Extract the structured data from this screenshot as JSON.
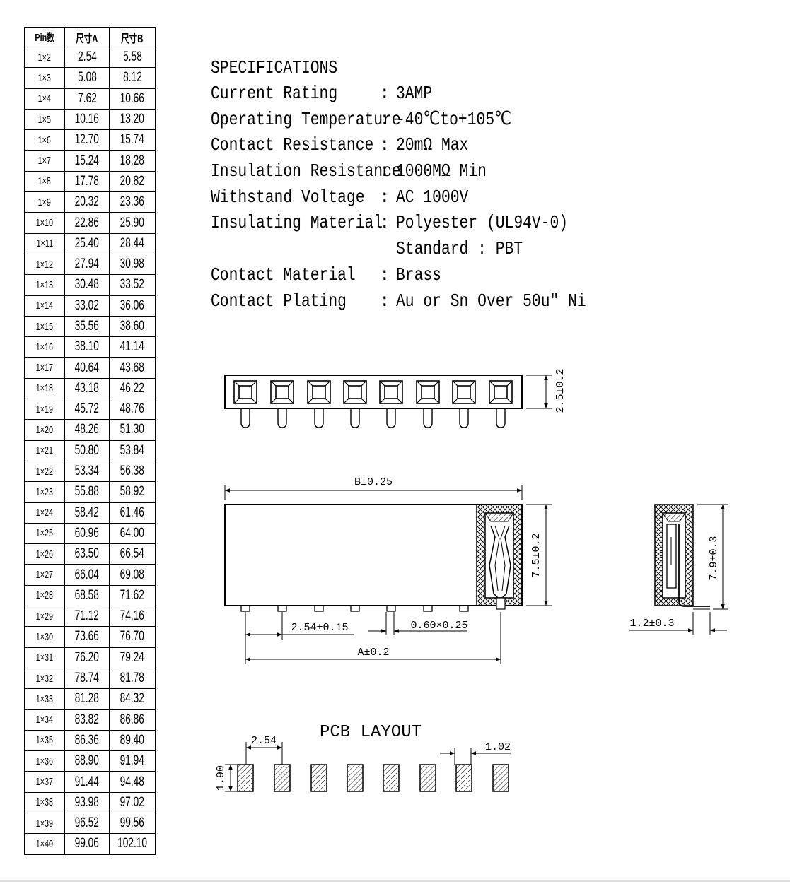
{
  "table": {
    "headers": [
      "Pin数",
      "尺寸A",
      "尺寸B"
    ],
    "rows": [
      [
        "1×2",
        "2.54",
        "5.58"
      ],
      [
        "1×3",
        "5.08",
        "8.12"
      ],
      [
        "1×4",
        "7.62",
        "10.66"
      ],
      [
        "1×5",
        "10.16",
        "13.20"
      ],
      [
        "1×6",
        "12.70",
        "15.74"
      ],
      [
        "1×7",
        "15.24",
        "18.28"
      ],
      [
        "1×8",
        "17.78",
        "20.82"
      ],
      [
        "1×9",
        "20.32",
        "23.36"
      ],
      [
        "1×10",
        "22.86",
        "25.90"
      ],
      [
        "1×11",
        "25.40",
        "28.44"
      ],
      [
        "1×12",
        "27.94",
        "30.98"
      ],
      [
        "1×13",
        "30.48",
        "33.52"
      ],
      [
        "1×14",
        "33.02",
        "36.06"
      ],
      [
        "1×15",
        "35.56",
        "38.60"
      ],
      [
        "1×16",
        "38.10",
        "41.14"
      ],
      [
        "1×17",
        "40.64",
        "43.68"
      ],
      [
        "1×18",
        "43.18",
        "46.22"
      ],
      [
        "1×19",
        "45.72",
        "48.76"
      ],
      [
        "1×20",
        "48.26",
        "51.30"
      ],
      [
        "1×21",
        "50.80",
        "53.84"
      ],
      [
        "1×22",
        "53.34",
        "56.38"
      ],
      [
        "1×23",
        "55.88",
        "58.92"
      ],
      [
        "1×24",
        "58.42",
        "61.46"
      ],
      [
        "1×25",
        "60.96",
        "64.00"
      ],
      [
        "1×26",
        "63.50",
        "66.54"
      ],
      [
        "1×27",
        "66.04",
        "69.08"
      ],
      [
        "1×28",
        "68.58",
        "71.62"
      ],
      [
        "1×29",
        "71.12",
        "74.16"
      ],
      [
        "1×30",
        "73.66",
        "76.70"
      ],
      [
        "1×31",
        "76.20",
        "79.24"
      ],
      [
        "1×32",
        "78.74",
        "81.78"
      ],
      [
        "1×33",
        "81.28",
        "84.32"
      ],
      [
        "1×34",
        "83.82",
        "86.86"
      ],
      [
        "1×35",
        "86.36",
        "89.40"
      ],
      [
        "1×36",
        "88.90",
        "91.94"
      ],
      [
        "1×37",
        "91.44",
        "94.48"
      ],
      [
        "1×38",
        "93.98",
        "97.02"
      ],
      [
        "1×39",
        "96.52",
        "99.56"
      ],
      [
        "1×40",
        "99.06",
        "102.10"
      ]
    ]
  },
  "specs": {
    "title": "SPECIFICATIONS",
    "items": [
      {
        "key": "Current Rating",
        "value": "3AMP"
      },
      {
        "key": "Operating Temperature",
        "value": "-40℃to+105℃"
      },
      {
        "key": "Contact Resistance",
        "value": "20mΩ Max"
      },
      {
        "key": "Insulation Resistance",
        "value": "1000MΩ Min"
      },
      {
        "key": "Withstand Voltage",
        "value": "AC 1000V"
      },
      {
        "key": "Insulating Material",
        "value": "Polyester (UL94V-0)"
      },
      {
        "key": "",
        "value": "Standard : PBT"
      },
      {
        "key": "Contact Material",
        "value": "Brass"
      },
      {
        "key": "Contact Plating",
        "value": "Au or Sn Over 50u\" Ni"
      }
    ]
  },
  "dims": {
    "height_top": "2.5±0.2",
    "b_dim": "B±0.25",
    "height_front": "7.5±0.2",
    "pitch": "2.54±0.15",
    "pin_size": "0.60×0.25",
    "a_dim": "A±0.2",
    "height_side": "7.9±0.3",
    "pin_offset": "1.2±0.3"
  },
  "pcb": {
    "title": "PCB LAYOUT",
    "pitch": "2.54",
    "pad_width": "1.02",
    "pad_height": "1.90"
  },
  "colors": {
    "ink": "#000000",
    "background": "#ffffff"
  }
}
